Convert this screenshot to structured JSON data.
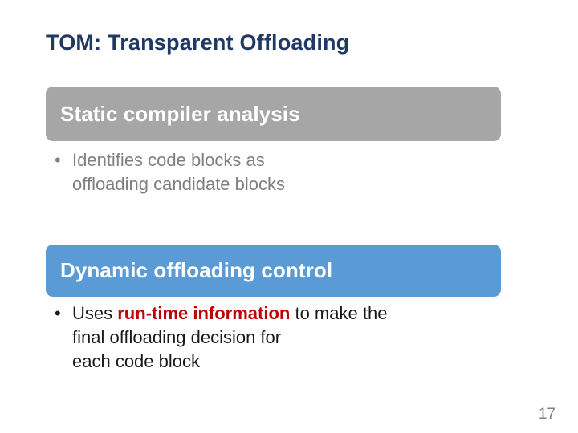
{
  "slide": {
    "title": "TOM: Transparent Offloading",
    "page_number": "17",
    "sections": [
      {
        "banner_label": "Static compiler analysis",
        "banner_color": "#a6a6a6",
        "bullets": [
          {
            "marker": "•",
            "line1": "Identifies code blocks as",
            "line2": "offloading candidate blocks"
          }
        ]
      },
      {
        "banner_label": "Dynamic offloading control",
        "banner_color": "#5b9bd5",
        "bullets": [
          {
            "marker": "•",
            "line1_pre": "Uses ",
            "line1_highlight": "run-time information",
            "line1_post": " to make the",
            "line2": "final offloading decision for",
            "line3": "each code block"
          }
        ]
      }
    ]
  }
}
